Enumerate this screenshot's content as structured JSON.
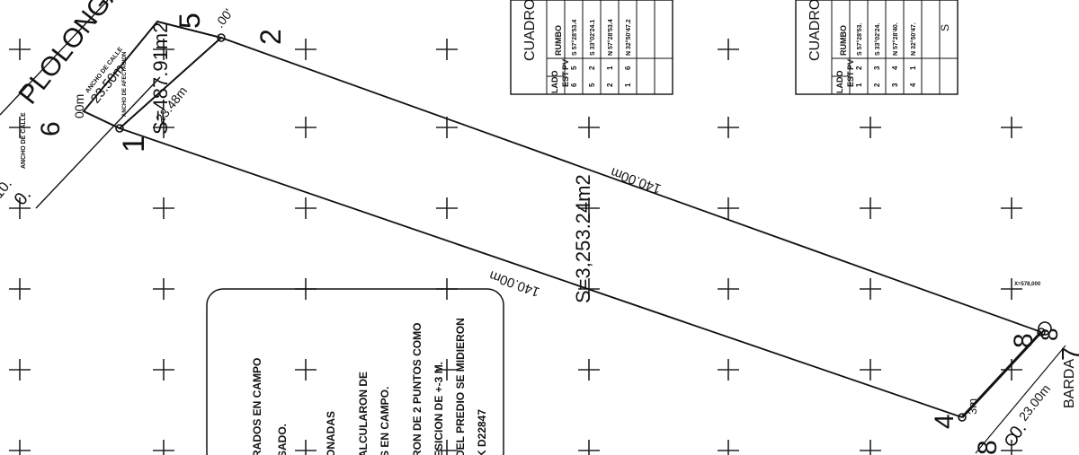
{
  "street": {
    "name": "PLOLONGAC",
    "width_label": "ANCHO DE CALLE",
    "partial_width_label": "ANCHO DE CALLE",
    "lot_front": "23.50m",
    "partial_dim": "10.",
    "fragment": "0."
  },
  "vertices": {
    "v1": "1",
    "v2": "2",
    "v4": "4",
    "v5": "5",
    "v6": "6",
    "v7": "7",
    "v8a": "8",
    "v8b": "8",
    "v8c": "8"
  },
  "small_lot": {
    "area": "S=487.91m2",
    "width": "23.48m",
    "margin": "00m",
    "top_mark": ".00'",
    "label": "ANCHO DE AFECTACION"
  },
  "big_lot": {
    "area": "S=3,253.24m2",
    "side_top": "140.00m",
    "side_bottom": "140.00m",
    "bottom_width": "23.00m",
    "bottom_mark": "0.",
    "margin": "3m"
  },
  "barda": "BARDA",
  "x_coord": "X=578,000",
  "tables": [
    {
      "title": "CUADRO",
      "rumbo_header": "RUMBO",
      "lado_header": "LADO",
      "est_header": "EST",
      "pv_header": "PV",
      "rows": [
        {
          "est": "6",
          "pv": "5",
          "rumbo": "S 57°28'53.4"
        },
        {
          "est": "5",
          "pv": "2",
          "rumbo": "S 33°02'24.1"
        },
        {
          "est": "2",
          "pv": "1",
          "rumbo": "N 57°28'53.4"
        },
        {
          "est": "1",
          "pv": "6",
          "rumbo": "N 32°50'47.2"
        }
      ]
    },
    {
      "title": "CUADRO",
      "rumbo_header": "RUMBO",
      "lado_header": "LADO",
      "est_header": "EST",
      "pv_header": "PV",
      "extra": "S",
      "rows": [
        {
          "est": "1",
          "pv": "2",
          "rumbo": "S 57°28'53."
        },
        {
          "est": "2",
          "pv": "3",
          "rumbo": "S 33°02'24."
        },
        {
          "est": "3",
          "pv": "4",
          "rumbo": "N 57°28'40."
        },
        {
          "est": "4",
          "pv": "1",
          "rumbo": "N 32°50'47."
        }
      ]
    }
  ],
  "notes": [
    "RADOS EN CAMPO",
    "SADO.",
    "ONADAS",
    "ALCULARON DE",
    "S EN CAMPO.",
    "RON DE 2 PUNTOS COMO",
    "ESICION DE +-3 M.",
    "DEL PREDIO SE MIDIERON",
    "K D22847"
  ]
}
